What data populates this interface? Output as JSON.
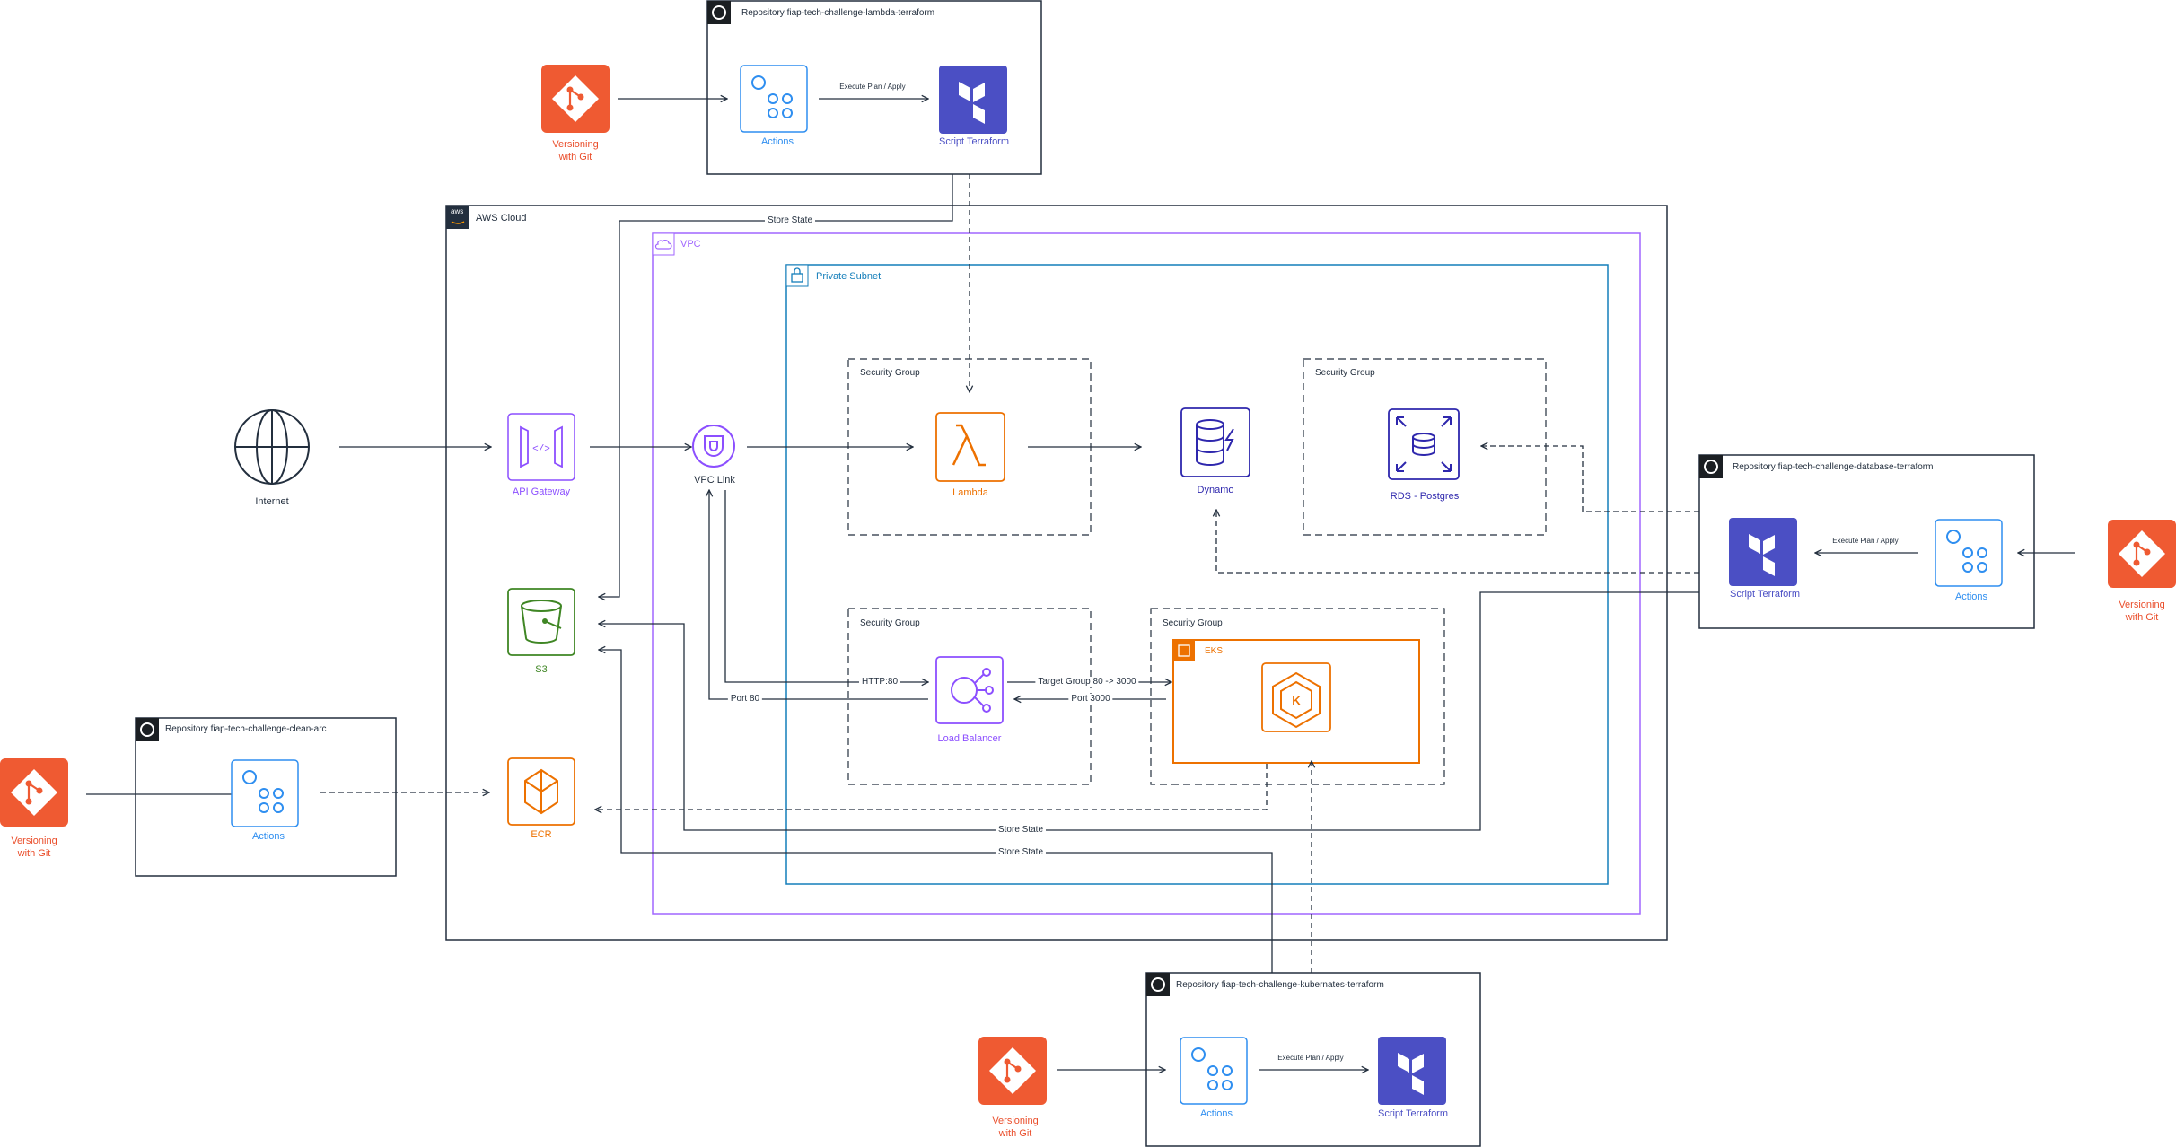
{
  "colors": {
    "line": "#232f3e",
    "git": "#ef5a32",
    "github_dark": "#1b1f23",
    "terraform": "#4b4fc4",
    "actions": "#2e8ef0",
    "vpc": "#a166ff",
    "subnet": "#147eba",
    "aws_orange": "#ed7100",
    "s3_green": "#3f8624",
    "api_purple": "#8c4fff",
    "dynamo_blue": "#2e27ad",
    "white": "#ffffff"
  },
  "labels": {
    "aws_cloud": "AWS Cloud",
    "aws_badge": "aws",
    "vpc": "VPC",
    "private_subnet": "Private Subnet",
    "security_group": "Security Group",
    "eks": "EKS",
    "internet": "Internet",
    "api_gateway": "API Gateway",
    "vpc_link": "VPC Link",
    "lambda": "Lambda",
    "dynamo": "Dynamo",
    "rds": "RDS - Postgres",
    "s3": "S3",
    "ecr": "ECR",
    "load_balancer": "Load Balancer",
    "actions": "Actions",
    "script_terraform": "Script Terraform",
    "versioning_line1": "Versioning",
    "versioning_line2": "with Git",
    "execute_plan": "Execute Plan / Apply",
    "store_state": "Store State",
    "http80": "HTTP:80",
    "port80": "Port 80",
    "target_group": "Target Group 80 -> 3000",
    "port3000": "Port 3000",
    "repo_lambda": "Repository fiap-tech-challenge-lambda-terraform",
    "repo_database": "Repository fiap-tech-challenge-database-terraform",
    "repo_clean_arc": "Repository fiap-tech-challenge-clean-arc",
    "repo_kubernetes": "Repository fiap-tech-challenge-kubernates-terraform"
  },
  "icons": [
    "git-icon",
    "github-icon",
    "terraform-icon",
    "github-actions-icon",
    "globe-icon",
    "api-gateway-icon",
    "vpc-link-icon",
    "lambda-icon",
    "dynamodb-icon",
    "rds-icon",
    "s3-bucket-icon",
    "ecr-icon",
    "load-balancer-icon",
    "eks-icon",
    "eks-container-icon",
    "vpc-cloud-icon",
    "lock-icon",
    "aws-logo-icon"
  ]
}
